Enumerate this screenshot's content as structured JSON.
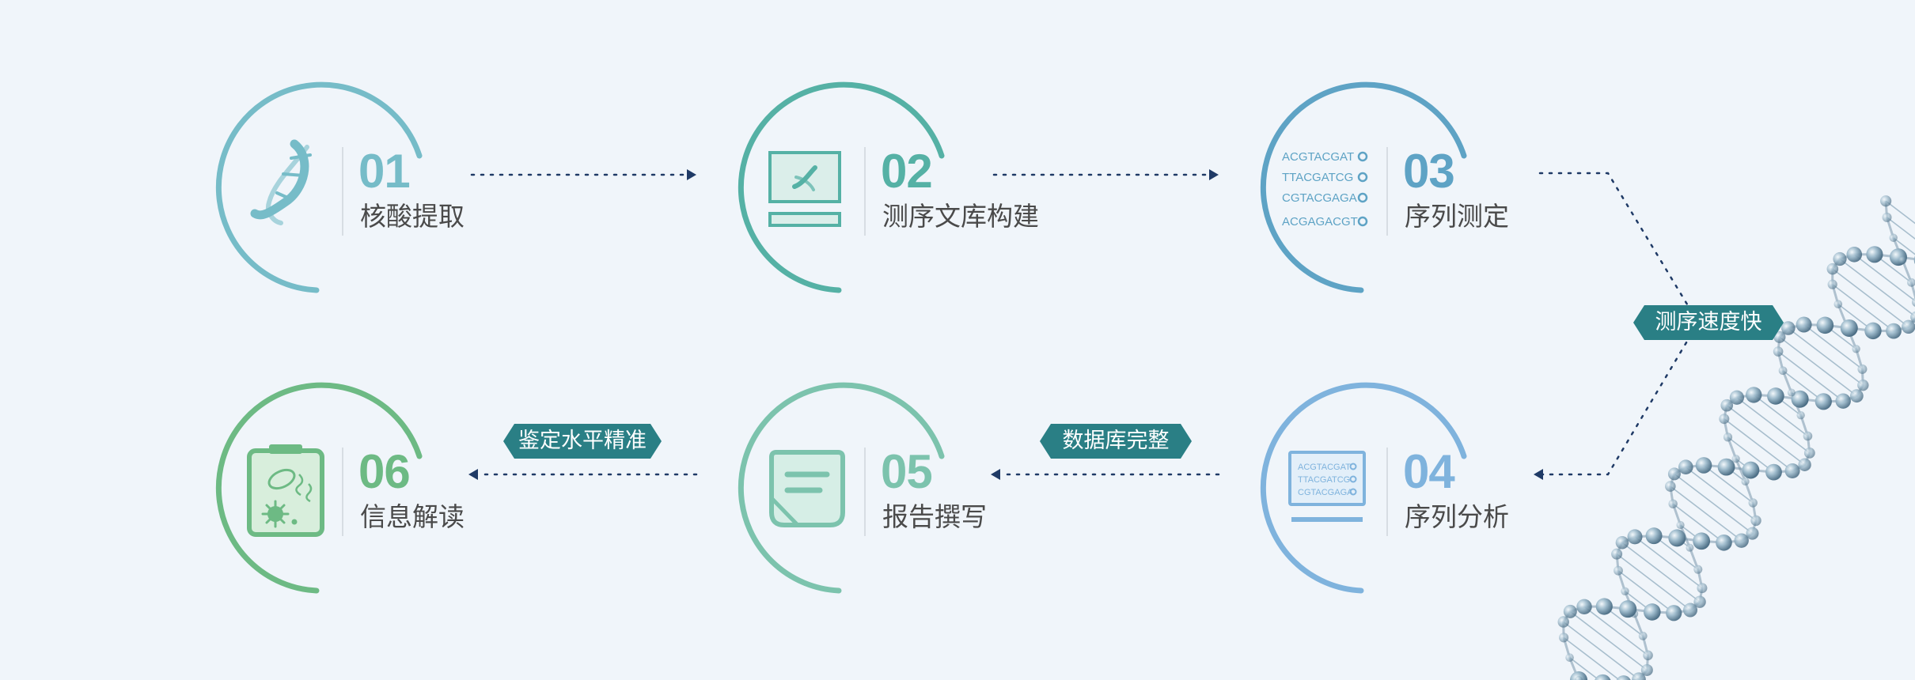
{
  "colors": {
    "step1": "#76bcc8",
    "step2": "#55b1a5",
    "step3": "#5ea3c5",
    "step4": "#7fb3dd",
    "step5": "#7cc3ad",
    "step6": "#6dba84",
    "tag": "#2a7f85",
    "arrow": "#1f3a66",
    "label": "#4a4a4a"
  },
  "steps": [
    {
      "num": "01",
      "label": "核酸提取",
      "icon": "dna-icon"
    },
    {
      "num": "02",
      "label": "测序文库构建",
      "icon": "library-monitor-icon"
    },
    {
      "num": "03",
      "label": "序列测定",
      "icon": "sequence-list-icon"
    },
    {
      "num": "04",
      "label": "序列分析",
      "icon": "analysis-monitor-icon"
    },
    {
      "num": "05",
      "label": "报告撰写",
      "icon": "report-note-icon"
    },
    {
      "num": "06",
      "label": "信息解读",
      "icon": "clipboard-microbe-icon"
    }
  ],
  "sequences": [
    "ACGTACGAT",
    "TTACGATCG",
    "CGTACGAGA",
    "ACGAGACGT"
  ],
  "screen_sequences": [
    "ACGTACGAT",
    "TTACGATCG",
    "CGTACGAGA"
  ],
  "tags": {
    "speed": "测序速度快",
    "database": "数据库完整",
    "accuracy": "鉴定水平精准"
  }
}
